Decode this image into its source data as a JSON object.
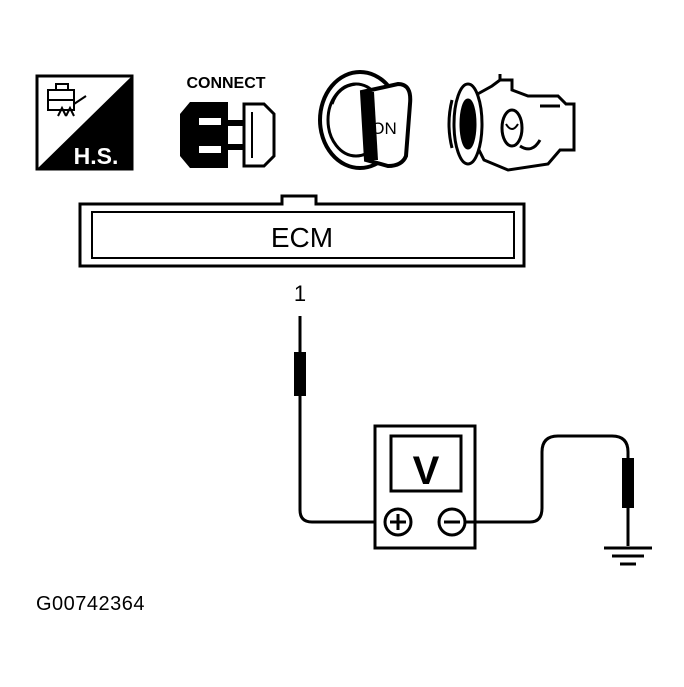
{
  "icons": {
    "hs": {
      "text": "H.S."
    },
    "connect": {
      "text": "CONNECT"
    },
    "ignition": {
      "text": "ON"
    },
    "engine": {
      "text": ""
    }
  },
  "ecm": {
    "label": "ECM"
  },
  "terminal": {
    "number": "1"
  },
  "meter": {
    "label": "V",
    "positive": "+",
    "negative": "−"
  },
  "figure_id": "G00742364",
  "colors": {
    "line": "#000000",
    "background": "#ffffff"
  }
}
